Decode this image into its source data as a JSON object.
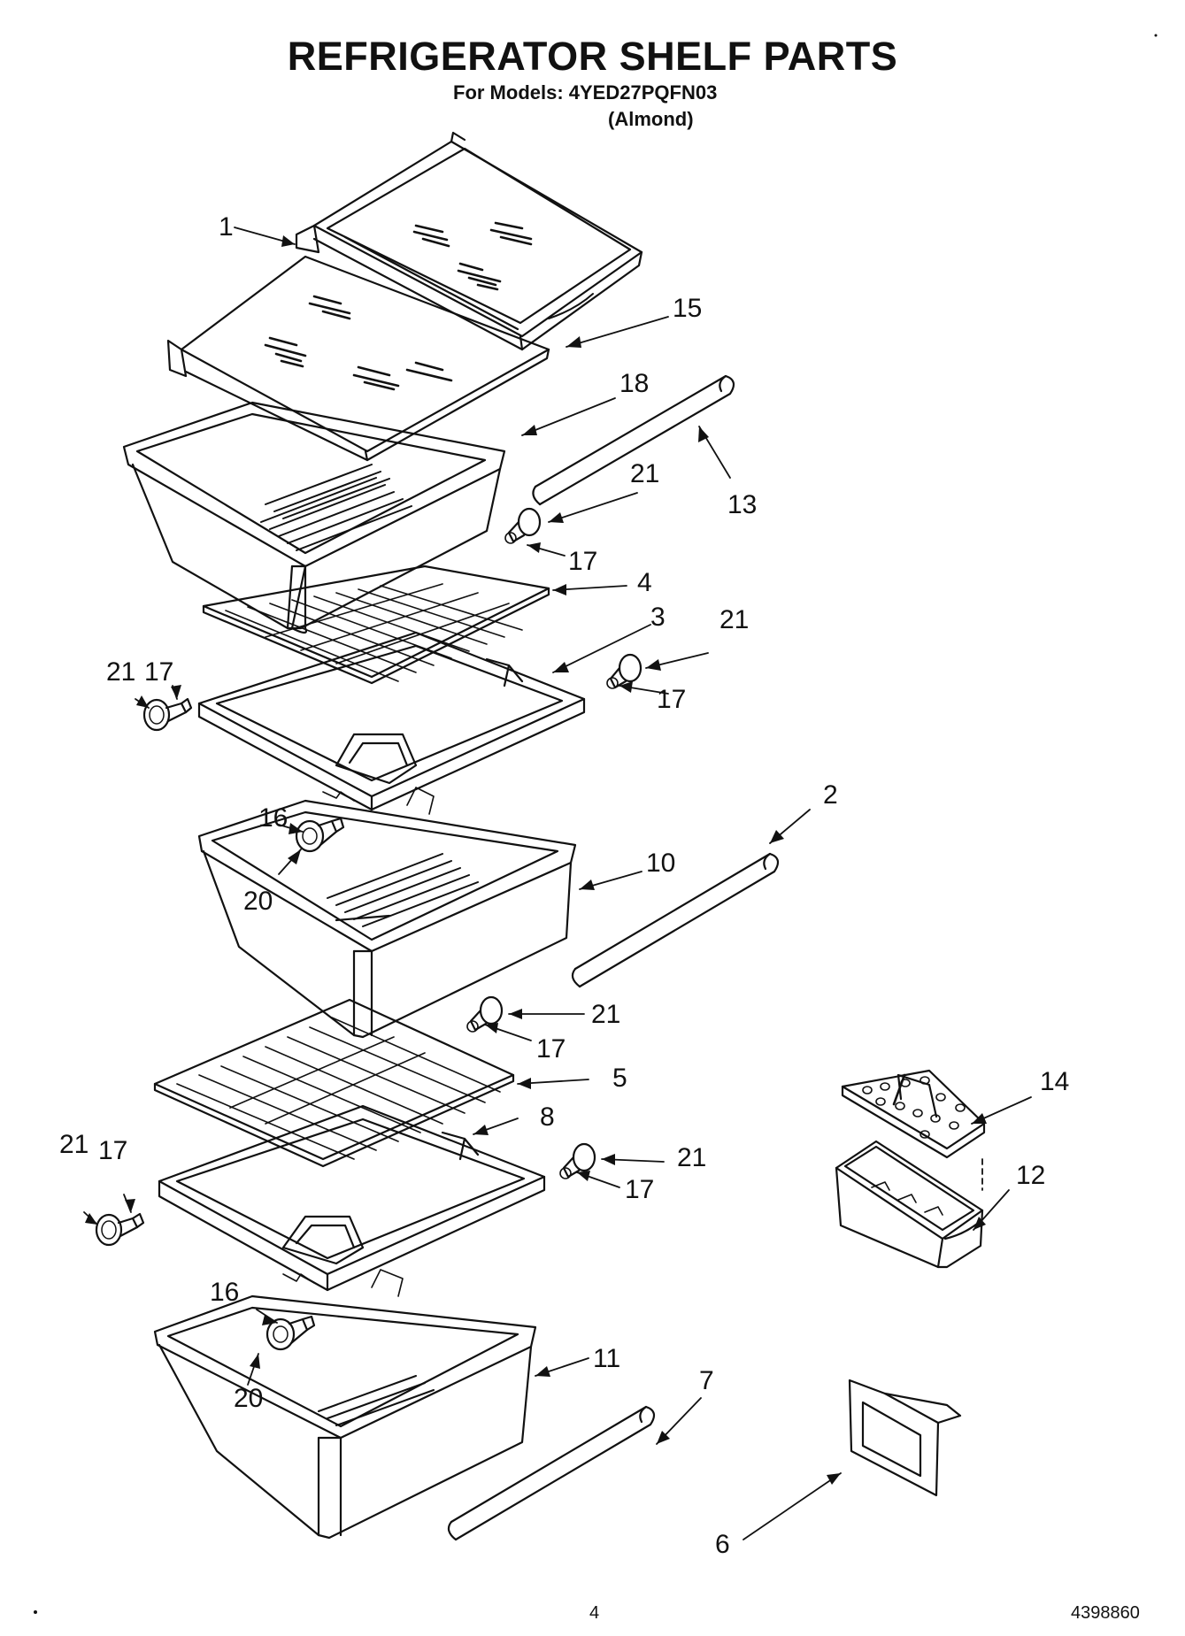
{
  "header": {
    "title": "REFRIGERATOR SHELF PARTS",
    "models": "For Models: 4YED27PQFN03",
    "variant": "(Almond)"
  },
  "callouts": {
    "c1": "1",
    "c15": "15",
    "c18": "18",
    "c13": "13",
    "c21a": "21",
    "c17a": "17",
    "c4": "4",
    "c3": "3",
    "c21b": "21",
    "c17b": "17",
    "c21c": "21",
    "c17c": "17",
    "c2": "2",
    "c16a": "16",
    "c10": "10",
    "c20a": "20",
    "c21d": "21",
    "c17d": "17",
    "c5": "5",
    "c14": "14",
    "c8": "8",
    "c21e": "21",
    "c17e": "17",
    "c21f": "21",
    "c17f": "17",
    "c12": "12",
    "c16b": "16",
    "c7": "7",
    "c11": "11",
    "c20b": "20",
    "c6": "6"
  },
  "footer": {
    "page_number": "4",
    "document_number": "4398860"
  }
}
